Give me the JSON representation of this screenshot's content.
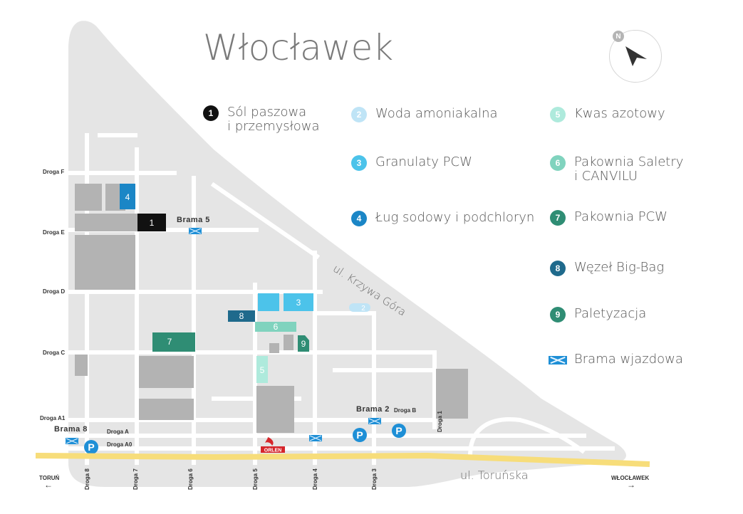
{
  "title": "Włocławek",
  "compass": {
    "letter": "N",
    "icon": "north-arrow-icon"
  },
  "legend": [
    {
      "num": "1",
      "label": "Sól paszowa\ni przemysłowa",
      "color": "#111111"
    },
    {
      "num": "2",
      "label": "Woda amoniakalna",
      "color": "#bfe4f6"
    },
    {
      "num": "3",
      "label": "Granulaty PCW",
      "color": "#4cc3ea"
    },
    {
      "num": "4",
      "label": "Ług sodowy i podchloryn",
      "color": "#1b86c6"
    },
    {
      "num": "5",
      "label": "Kwas azotowy",
      "color": "#aeeadc"
    },
    {
      "num": "6",
      "label": "Pakownia Saletry\ni CANVILU",
      "color": "#80d3be"
    },
    {
      "num": "7",
      "label": "Pakownia PCW",
      "color": "#2f8d74"
    },
    {
      "num": "8",
      "label": "Węzeł Big-Bag",
      "color": "#1f6a8c"
    },
    {
      "num": "9",
      "label": "Paletyzacja",
      "color": "#2f8d74"
    }
  ],
  "gate_legend": {
    "label": "Brama wjazdowa",
    "icon": "gate-icon",
    "color": "#1e8fd6"
  },
  "roads": {
    "horizontal": [
      "Droga F",
      "Droga E",
      "Droga D",
      "Droga C",
      "Droga A1",
      "Droga A",
      "Droga A0",
      "Droga B"
    ],
    "vertical": [
      "Droga 8",
      "Droga 7",
      "Droga 6",
      "Droga 5",
      "Droga 4",
      "Droga 3",
      "Droga 1"
    ]
  },
  "gates": [
    "Brama 5",
    "Brama 2",
    "Brama 8"
  ],
  "streets": {
    "krzywa": "ul. Krzywa Góra",
    "torunska": "ul. Toruńska"
  },
  "directions": {
    "west": "TORUŃ",
    "east": "WŁOCŁAWEK",
    "west_arrow": "←",
    "east_arrow": "→"
  },
  "parking": {
    "label": "P",
    "icon": "parking-icon",
    "color": "#1e8fd6"
  },
  "orlen": {
    "label": "ORLEN",
    "icon": "orlen-logo-icon",
    "color": "#d6262b"
  },
  "map_labels": [
    "1",
    "2",
    "3",
    "4",
    "5",
    "6",
    "7",
    "8",
    "9"
  ]
}
